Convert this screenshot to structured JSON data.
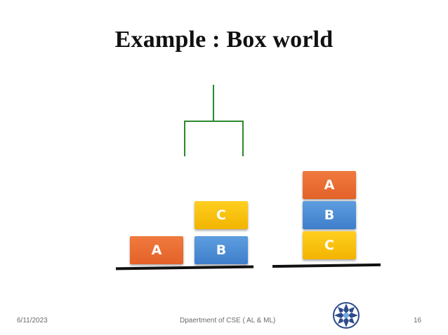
{
  "slide": {
    "title": "Example : Box world",
    "footer": {
      "date": "6/11/2023",
      "department": "Dpaertment of CSE ( AL & ML)",
      "page_number": "16"
    },
    "colors": {
      "orange": "#e86a32",
      "blue": "#4a8ad6",
      "yellow": "#f7c30a",
      "gripper": "#2b8a2b",
      "floor": "#111111"
    },
    "left_scene": {
      "boxes": [
        {
          "label": "A",
          "color": "orange"
        },
        {
          "label": "B",
          "color": "blue"
        },
        {
          "label": "C",
          "color": "yellow"
        }
      ]
    },
    "right_scene": {
      "stack_top_to_bottom": [
        {
          "label": "A",
          "color": "orange"
        },
        {
          "label": "B",
          "color": "blue"
        },
        {
          "label": "C",
          "color": "yellow"
        }
      ]
    },
    "icons": {
      "gripper": "robot-gripper-icon",
      "logo": "college-logo-icon"
    }
  }
}
